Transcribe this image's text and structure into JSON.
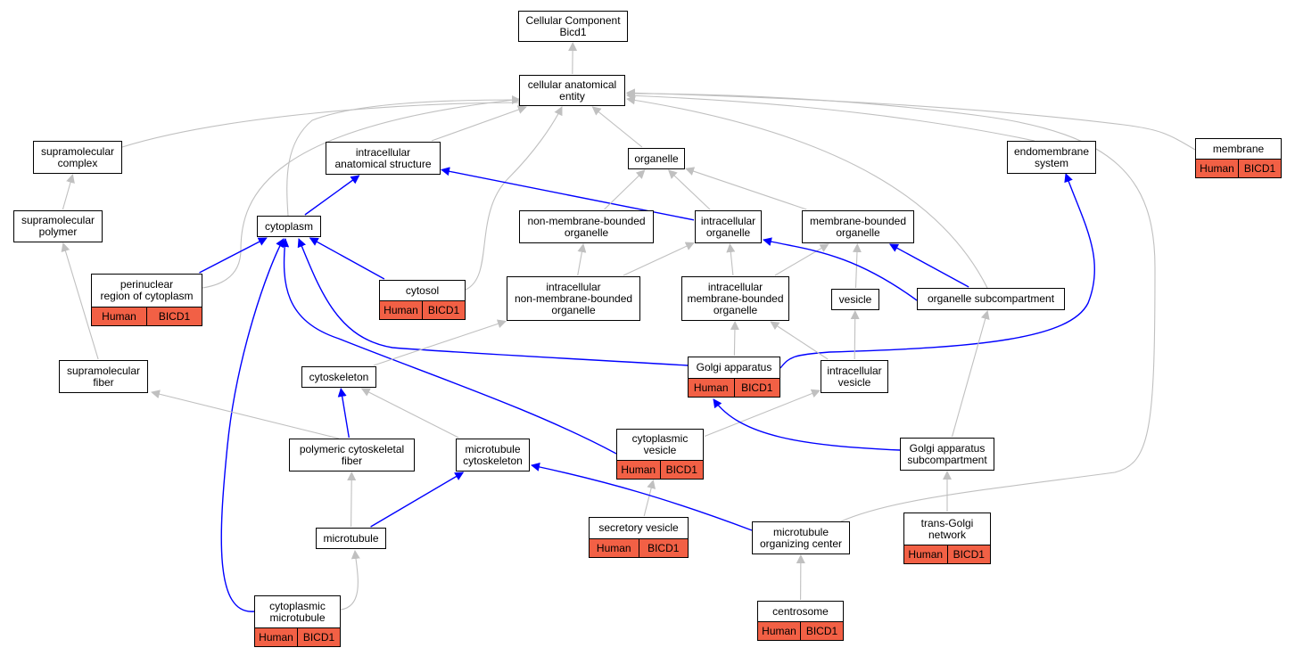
{
  "colors": {
    "node_border": "#000000",
    "node_fill": "#ffffff",
    "annotation_fill": "#f26045",
    "edge_is_a": "#c0c0c0",
    "edge_part_of": "#0000ff"
  },
  "nodes": {
    "root": {
      "lines": [
        "Cellular Component",
        "Bicd1"
      ]
    },
    "cae": {
      "lines": [
        "cellular anatomical",
        "entity"
      ]
    },
    "supcomplex": {
      "lines": [
        "supramolecular",
        "complex"
      ]
    },
    "ias": {
      "lines": [
        "intracellular",
        "anatomical structure"
      ]
    },
    "organelle": {
      "lines": [
        "organelle"
      ]
    },
    "endomembrane": {
      "lines": [
        "endomembrane",
        "system"
      ]
    },
    "membrane": {
      "lines": [
        "membrane"
      ],
      "ann": [
        "Human",
        "BICD1"
      ]
    },
    "suppolymer": {
      "lines": [
        "supramolecular",
        "polymer"
      ]
    },
    "cytoplasm": {
      "lines": [
        "cytoplasm"
      ]
    },
    "nmbo": {
      "lines": [
        "non-membrane-bounded",
        "organelle"
      ]
    },
    "intorg": {
      "lines": [
        "intracellular",
        "organelle"
      ]
    },
    "mbo": {
      "lines": [
        "membrane-bounded",
        "organelle"
      ]
    },
    "perinuclear": {
      "lines": [
        "perinuclear",
        "region of cytoplasm"
      ],
      "ann": [
        "Human",
        "BICD1"
      ]
    },
    "cytosol": {
      "lines": [
        "cytosol"
      ],
      "ann": [
        "Human",
        "BICD1"
      ]
    },
    "inmbo": {
      "lines": [
        "intracellular",
        "non-membrane-bounded",
        "organelle"
      ]
    },
    "imbo": {
      "lines": [
        "intracellular",
        "membrane-bounded",
        "organelle"
      ]
    },
    "vesicle": {
      "lines": [
        "vesicle"
      ]
    },
    "orgsub": {
      "lines": [
        "organelle subcompartment"
      ]
    },
    "supfiber": {
      "lines": [
        "supramolecular",
        "fiber"
      ]
    },
    "cytoskeleton": {
      "lines": [
        "cytoskeleton"
      ]
    },
    "golgi": {
      "lines": [
        "Golgi apparatus"
      ],
      "ann": [
        "Human",
        "BICD1"
      ]
    },
    "intves": {
      "lines": [
        "intracellular",
        "vesicle"
      ]
    },
    "polyfiber": {
      "lines": [
        "polymeric cytoskeletal",
        "fiber"
      ]
    },
    "mtcyto": {
      "lines": [
        "microtubule",
        "cytoskeleton"
      ]
    },
    "cytves": {
      "lines": [
        "cytoplasmic",
        "vesicle"
      ],
      "ann": [
        "Human",
        "BICD1"
      ]
    },
    "golgisub": {
      "lines": [
        "Golgi apparatus",
        "subcompartment"
      ]
    },
    "microtubule": {
      "lines": [
        "microtubule"
      ]
    },
    "secves": {
      "lines": [
        "secretory vesicle"
      ],
      "ann": [
        "Human",
        "BICD1"
      ]
    },
    "mtoc": {
      "lines": [
        "microtubule",
        "organizing center"
      ]
    },
    "tgn": {
      "lines": [
        "trans-Golgi",
        "network"
      ],
      "ann": [
        "Human",
        "BICD1"
      ]
    },
    "cytmt": {
      "lines": [
        "cytoplasmic",
        "microtubule"
      ],
      "ann": [
        "Human",
        "BICD1"
      ]
    },
    "centrosome": {
      "lines": [
        "centrosome"
      ],
      "ann": [
        "Human",
        "BICD1"
      ]
    }
  },
  "edges": [
    {
      "from": "cae",
      "to": "root",
      "type": "is_a"
    },
    {
      "from": "supcomplex",
      "to": "cae",
      "type": "is_a"
    },
    {
      "from": "ias",
      "to": "cae",
      "type": "is_a"
    },
    {
      "from": "organelle",
      "to": "cae",
      "type": "is_a"
    },
    {
      "from": "endomembrane",
      "to": "cae",
      "type": "is_a"
    },
    {
      "from": "membrane",
      "to": "cae",
      "type": "is_a"
    },
    {
      "from": "cytoplasm",
      "to": "cae",
      "type": "is_a"
    },
    {
      "from": "perinuclear",
      "to": "cae",
      "type": "is_a"
    },
    {
      "from": "cytosol",
      "to": "cae",
      "type": "is_a"
    },
    {
      "from": "orgsub",
      "to": "cae",
      "type": "is_a"
    },
    {
      "from": "mtoc",
      "to": "cae",
      "type": "is_a"
    },
    {
      "from": "suppolymer",
      "to": "supcomplex",
      "type": "is_a"
    },
    {
      "from": "supfiber",
      "to": "suppolymer",
      "type": "is_a"
    },
    {
      "from": "cytoplasm",
      "to": "ias",
      "type": "part_of"
    },
    {
      "from": "intorg",
      "to": "ias",
      "type": "part_of"
    },
    {
      "from": "nmbo",
      "to": "organelle",
      "type": "is_a"
    },
    {
      "from": "intorg",
      "to": "organelle",
      "type": "is_a"
    },
    {
      "from": "mbo",
      "to": "organelle",
      "type": "is_a"
    },
    {
      "from": "inmbo",
      "to": "nmbo",
      "type": "is_a"
    },
    {
      "from": "inmbo",
      "to": "intorg",
      "type": "is_a"
    },
    {
      "from": "imbo",
      "to": "intorg",
      "type": "is_a"
    },
    {
      "from": "imbo",
      "to": "mbo",
      "type": "is_a"
    },
    {
      "from": "vesicle",
      "to": "mbo",
      "type": "is_a"
    },
    {
      "from": "orgsub",
      "to": "mbo",
      "type": "part_of"
    },
    {
      "from": "orgsub",
      "to": "intorg",
      "type": "part_of"
    },
    {
      "from": "perinuclear",
      "to": "cytoplasm",
      "type": "part_of"
    },
    {
      "from": "cytosol",
      "to": "cytoplasm",
      "type": "part_of"
    },
    {
      "from": "golgi",
      "to": "cytoplasm",
      "type": "part_of"
    },
    {
      "from": "cytves",
      "to": "cytoplasm",
      "type": "part_of"
    },
    {
      "from": "cytmt",
      "to": "cytoplasm",
      "type": "part_of"
    },
    {
      "from": "golgi",
      "to": "imbo",
      "type": "is_a"
    },
    {
      "from": "golgi",
      "to": "endomembrane",
      "type": "part_of"
    },
    {
      "from": "intves",
      "to": "imbo",
      "type": "is_a"
    },
    {
      "from": "intves",
      "to": "vesicle",
      "type": "is_a"
    },
    {
      "from": "cytoskeleton",
      "to": "inmbo",
      "type": "is_a"
    },
    {
      "from": "polyfiber",
      "to": "cytoskeleton",
      "type": "part_of"
    },
    {
      "from": "polyfiber",
      "to": "supfiber",
      "type": "is_a"
    },
    {
      "from": "mtcyto",
      "to": "cytoskeleton",
      "type": "is_a"
    },
    {
      "from": "microtubule",
      "to": "polyfiber",
      "type": "is_a"
    },
    {
      "from": "microtubule",
      "to": "mtcyto",
      "type": "part_of"
    },
    {
      "from": "cytmt",
      "to": "microtubule",
      "type": "is_a"
    },
    {
      "from": "cytves",
      "to": "intves",
      "type": "is_a"
    },
    {
      "from": "secves",
      "to": "cytves",
      "type": "is_a"
    },
    {
      "from": "golgisub",
      "to": "golgi",
      "type": "part_of"
    },
    {
      "from": "golgisub",
      "to": "orgsub",
      "type": "is_a"
    },
    {
      "from": "tgn",
      "to": "golgisub",
      "type": "is_a"
    },
    {
      "from": "mtoc",
      "to": "mtcyto",
      "type": "part_of"
    },
    {
      "from": "centrosome",
      "to": "mtoc",
      "type": "is_a"
    }
  ]
}
